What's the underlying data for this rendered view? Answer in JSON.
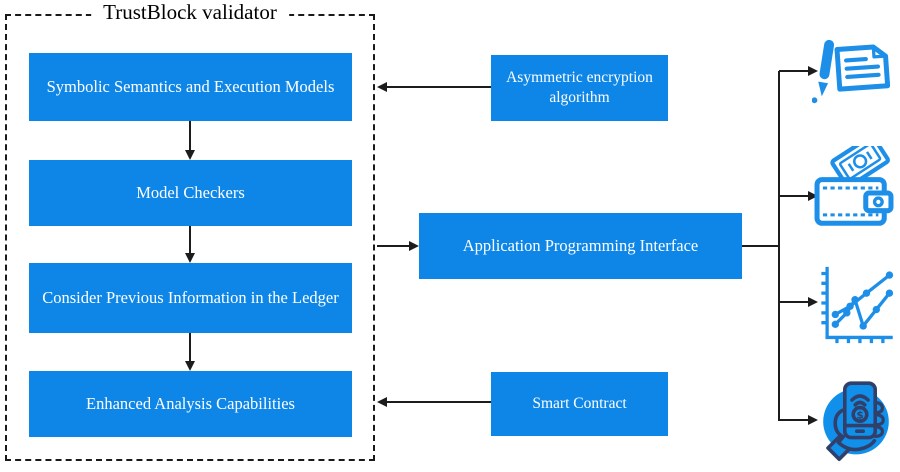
{
  "diagram": {
    "title": "TrustBlock validator",
    "validator_steps": [
      {
        "label": "Symbolic Semantics and Execution Models"
      },
      {
        "label": "Model Checkers"
      },
      {
        "label": "Consider Previous Information in the Ledger"
      },
      {
        "label": "Enhanced Analysis Capabilities"
      }
    ],
    "side_nodes": {
      "asymmetric_encryption": {
        "label": "Asymmetric encryption algorithm",
        "arrow_direction": "into-validator"
      },
      "api": {
        "label": "Application Programming Interface",
        "arrow_direction": "out-of-validator"
      },
      "smart_contract": {
        "label": "Smart Contract",
        "arrow_direction": "into-validator"
      }
    },
    "output_icons": [
      {
        "name": "contract-signing-icon"
      },
      {
        "name": "wallet-money-icon"
      },
      {
        "name": "line-chart-icon"
      },
      {
        "name": "mobile-payment-icon"
      }
    ],
    "colors": {
      "node_fill": "#0d86e8",
      "node_text": "#ffffff",
      "icon_stroke": "#1e8fe8",
      "icon_dark_stroke": "#31406b",
      "icon_circle_fill": "#1090ea",
      "connector": "#1c1c1c"
    }
  }
}
